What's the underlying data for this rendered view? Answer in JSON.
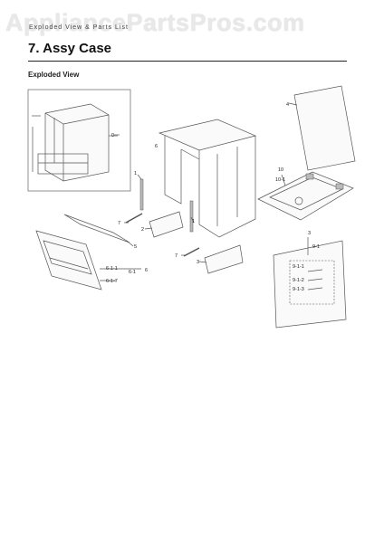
{
  "watermark": "AppliancePartsPros.com",
  "header": {
    "small_text": "Exploded View & Parts List",
    "title": "7.  Assy Case",
    "subtitle": "Exploded View"
  },
  "callouts": {
    "c0": "0",
    "c1a": "1",
    "c1b": "1",
    "c2": "2",
    "c3a": "3",
    "c3b": "3",
    "c4": "4",
    "c5": "5",
    "c6a": "6",
    "c6b": "6",
    "c6_1": "6-1",
    "c6_1_1": "6-1-1",
    "c6_1_7": "6-1-7",
    "c7a": "7",
    "c7b": "7",
    "c9_1": "9-1",
    "c9_1_1": "9-1-1",
    "c9_1_2": "9-1-2",
    "c9_1_3": "9-1-3",
    "c10": "10",
    "c10_1": "10-1"
  }
}
